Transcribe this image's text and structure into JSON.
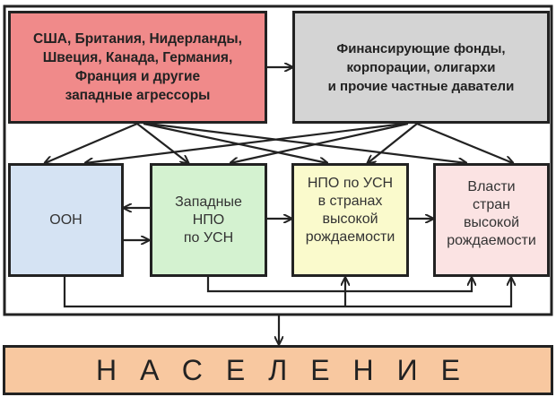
{
  "nodes": {
    "aggressors": {
      "lines": [
        "США, Британия, Нидерланды,",
        "Швеция, Канада, Германия,",
        "Франция и другие",
        "западные агрессоры"
      ],
      "color": "#f08a8a"
    },
    "funders": {
      "lines": [
        "Финансирующие фонды,",
        "корпорации, олигархи",
        "и прочие частные даватели"
      ],
      "color": "#d4d4d4"
    },
    "un": {
      "lines": [
        "ООН"
      ],
      "color": "#d5e3f3"
    },
    "western_ngo": {
      "lines": [
        "Западные",
        "НПО",
        "по УСН"
      ],
      "color": "#d4f2d0"
    },
    "local_ngo": {
      "lines": [
        "НПО по УСН",
        "в странах",
        "высокой",
        "рождаемости"
      ],
      "color": "#fafacc"
    },
    "authorities": {
      "lines": [
        "Власти",
        "стран",
        "высокой",
        "рождаемости"
      ],
      "color": "#fbe3e3"
    },
    "population": {
      "label": "НАСЕЛЕНИЕ",
      "color": "#f8c8a0"
    }
  }
}
